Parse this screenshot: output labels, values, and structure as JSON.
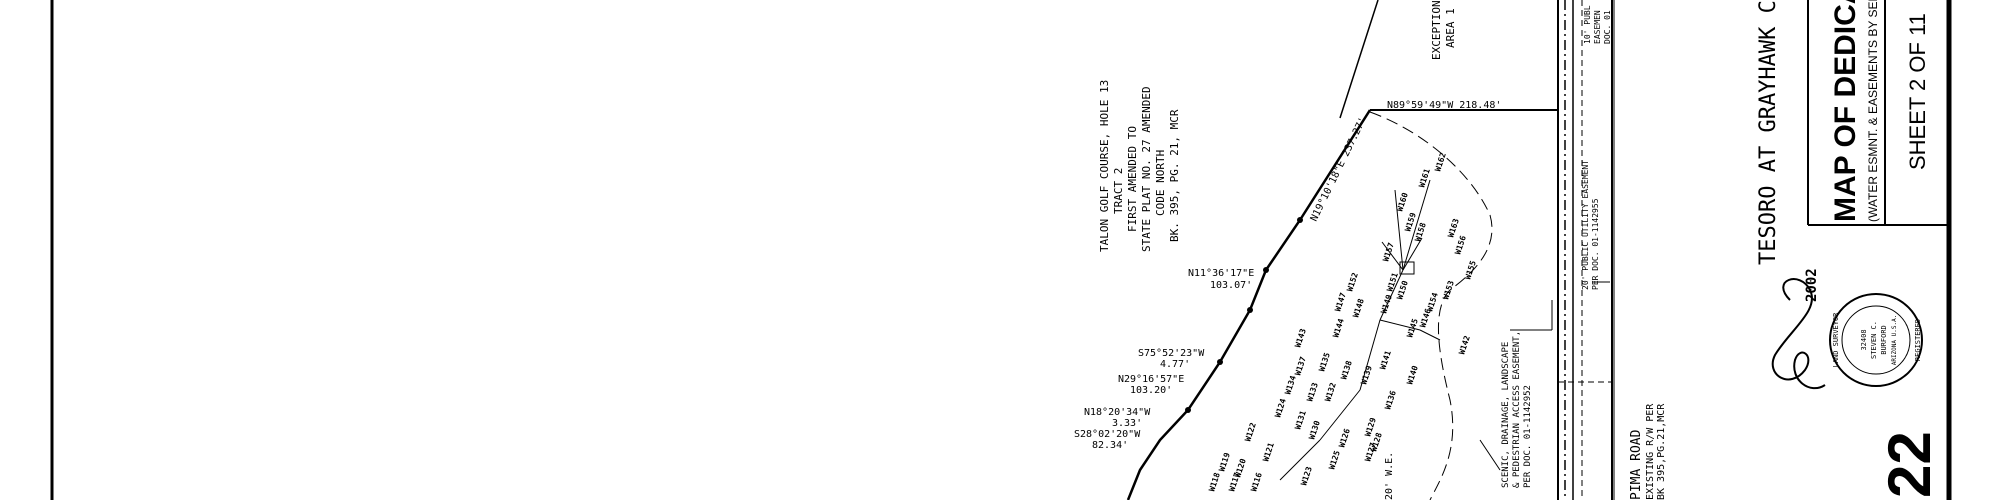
{
  "golf_course_note": [
    "TALON GOLF COURSE, HOLE 13",
    "TRACT 2",
    "FIRST AMENDED TO",
    "STATE PLAT NO. 27 AMENDED",
    "CODE NORTH",
    "BK. 395, PG. 21, MCR"
  ],
  "exception_area": [
    "EXCEPTION",
    "AREA 1"
  ],
  "bearings": {
    "top": "N89°59'49\"W 218.48'",
    "diag": "N19°10'18\"E 237.27'",
    "b1": "N11°36'17\"E",
    "b1_dist": "103.07'",
    "b2": "S75°52'23\"W",
    "b2_dist": "4.77'",
    "b3": "N29°16'57\"E",
    "b3_dist": "103.20'",
    "b4": "N18°20'34\"W",
    "b4_dist": "3.33'",
    "b5": "S28°02'20\"W",
    "b5_dist": "82.34'"
  },
  "utility_easement": [
    "20' PUBLIC UTILITY EASEMENT",
    "PER DOC. 01-1142955"
  ],
  "public_easement": [
    "10' PUBL",
    "EASEMEN",
    "DOC. 01"
  ],
  "scenic_easement": [
    "SCENIC, DRAINAGE, LANDSCAPE",
    "& PEDESTRIAN ACCESS EASEMENT,",
    "PER DOC. 01-1142952"
  ],
  "we_label": "20' W.E.",
  "road": [
    "PIMA ROAD",
    "EXISTING R/W PER",
    "BK 395,PG.21,MCR"
  ],
  "wpoints": [
    "W161",
    "W162",
    "W160",
    "W159",
    "W158",
    "W163",
    "W157",
    "W156",
    "W155",
    "W152",
    "W151",
    "W150",
    "W154",
    "W153",
    "W147",
    "W149",
    "W148",
    "W146",
    "W145",
    "W144",
    "W143",
    "W142",
    "W141",
    "W140",
    "W139",
    "W138",
    "W137",
    "W136",
    "W135",
    "W134",
    "W133",
    "W132",
    "W131",
    "W130",
    "W129",
    "W128",
    "W127",
    "W126",
    "W125",
    "W124",
    "W123",
    "W122",
    "W121",
    "W120",
    "W119",
    "W118",
    "W117",
    "W116"
  ],
  "surveyor_seal": [
    "REGISTERED",
    "LAND SURVEYOR",
    "32408",
    "STEVEN C.",
    "BURFORD",
    "ARIZONA U.S.A."
  ],
  "title_block": {
    "project": "TESORO AT GRAYHAWK C",
    "map_title": "MAP OF DEDICAT",
    "subtitle": "(WATER ESMNT. & EASEMENTS BY SEPARATE D",
    "sheet": "SHEET 2 OF 11",
    "signature_date": "2002"
  },
  "big_number": "22"
}
